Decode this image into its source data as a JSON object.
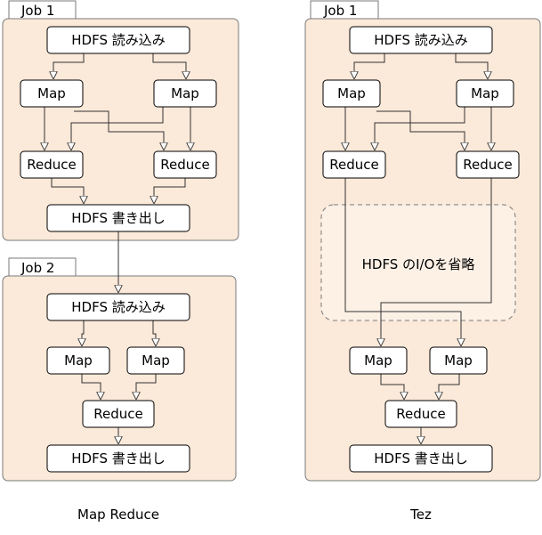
{
  "diagram": {
    "left": {
      "job1_label": "Job 1",
      "job2_label": "Job 2",
      "nodes": {
        "read1": "HDFS 読み込み",
        "map1a": "Map",
        "map1b": "Map",
        "reduce1a": "Reduce",
        "reduce1b": "Reduce",
        "write1": "HDFS 書き出し",
        "read2": "HDFS 読み込み",
        "map2a": "Map",
        "map2b": "Map",
        "reduce2": "Reduce",
        "write2": "HDFS 書き出し"
      },
      "caption": "Map Reduce"
    },
    "right": {
      "job_label": "Job 1",
      "nodes": {
        "read": "HDFS 読み込み",
        "map1a": "Map",
        "map1b": "Map",
        "reduce1a": "Reduce",
        "reduce1b": "Reduce",
        "map2a": "Map",
        "map2b": "Map",
        "reduce2": "Reduce",
        "write": "HDFS 書き出し"
      },
      "skip_note": "HDFS のI/Oを省略",
      "caption": "Tez"
    }
  }
}
